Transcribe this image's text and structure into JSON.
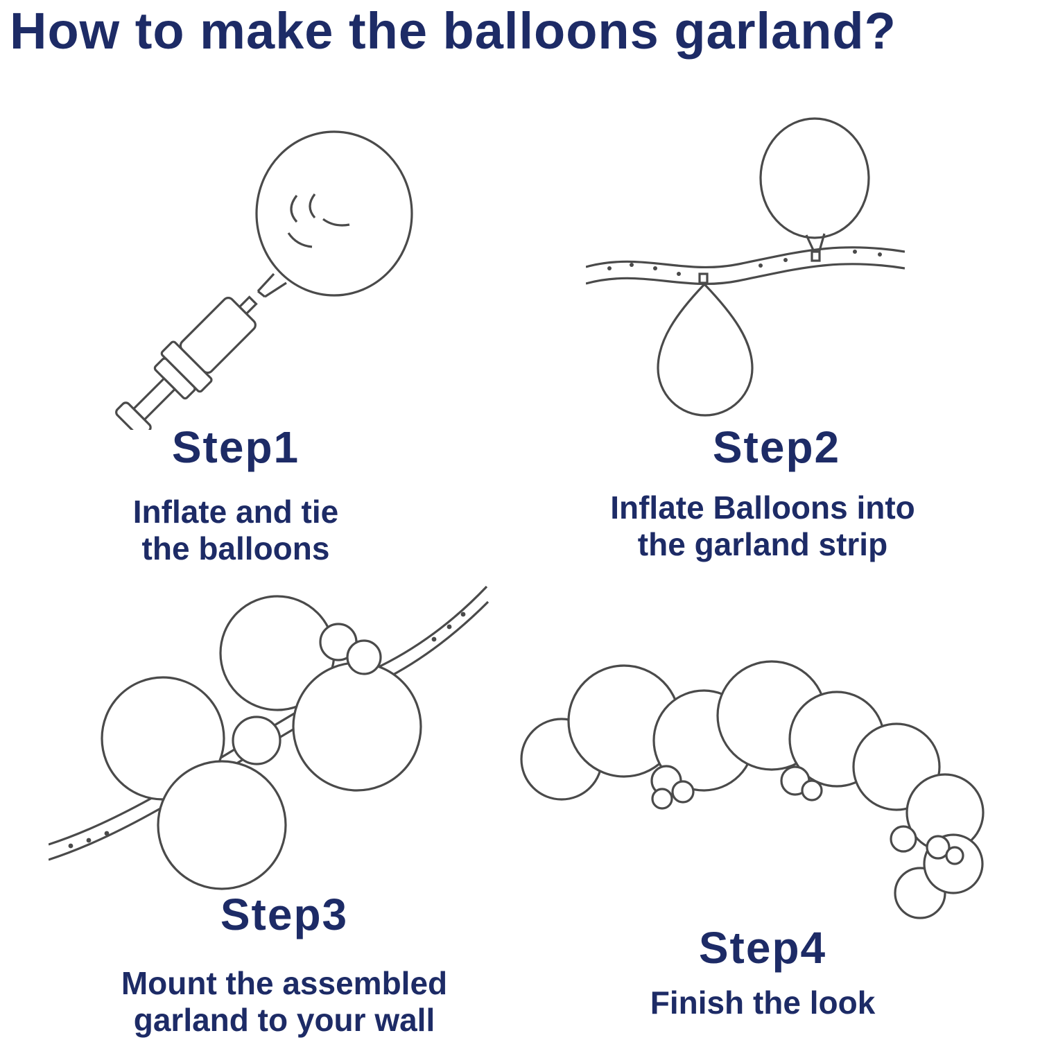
{
  "title": "How to make the balloons garland?",
  "colors": {
    "heading_text": "#1d2b66",
    "line_art": "#4a4a4a",
    "background": "#ffffff"
  },
  "steps": [
    {
      "label": "Step1",
      "caption_lines": [
        "Inflate and tie",
        "the balloons"
      ],
      "illustration": "balloon-pump-inflating-balloon"
    },
    {
      "label": "Step2",
      "caption_lines": [
        "Inflate Balloons into",
        "the garland strip"
      ],
      "illustration": "balloon-tied-into-garland-strip"
    },
    {
      "label": "Step3",
      "caption_lines": [
        "Mount the assembled",
        "garland to your wall"
      ],
      "illustration": "assembled-balloon-garland-on-strip"
    },
    {
      "label": "Step4",
      "caption_lines": [
        "Finish the look"
      ],
      "illustration": "finished-balloon-garland-arc"
    }
  ]
}
